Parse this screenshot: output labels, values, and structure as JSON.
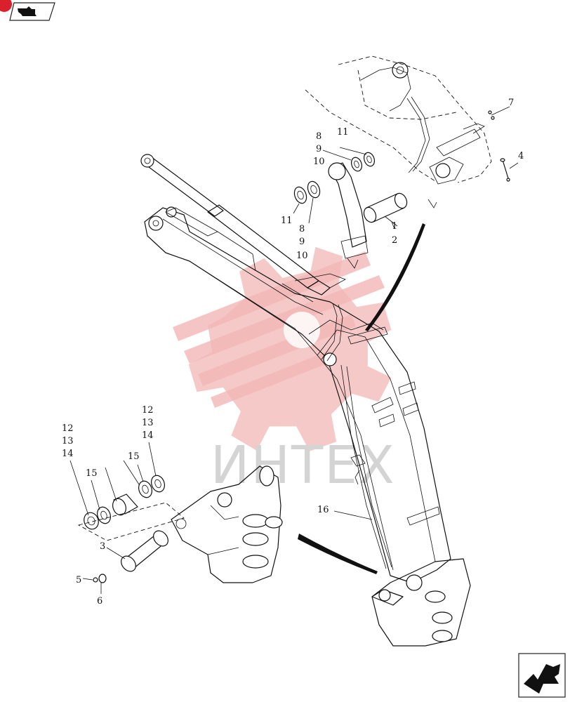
{
  "watermark": {
    "text": "ИНТЕХ"
  },
  "callouts": [
    {
      "id": "1",
      "text": "1"
    },
    {
      "id": "2",
      "text": "2"
    },
    {
      "id": "3",
      "text": "3"
    },
    {
      "id": "4",
      "text": "4"
    },
    {
      "id": "5",
      "text": "5"
    },
    {
      "id": "6",
      "text": "6"
    },
    {
      "id": "7",
      "text": "7"
    },
    {
      "id": "8a",
      "text": "8"
    },
    {
      "id": "9a",
      "text": "9"
    },
    {
      "id": "10a",
      "text": "10"
    },
    {
      "id": "11a",
      "text": "11"
    },
    {
      "id": "11b",
      "text": "11"
    },
    {
      "id": "8b",
      "text": "8"
    },
    {
      "id": "9b",
      "text": "9"
    },
    {
      "id": "10b",
      "text": "10"
    },
    {
      "id": "12a",
      "text": "12"
    },
    {
      "id": "13a",
      "text": "13"
    },
    {
      "id": "14a",
      "text": "14"
    },
    {
      "id": "12b",
      "text": "12"
    },
    {
      "id": "13b",
      "text": "13"
    },
    {
      "id": "14b",
      "text": "14"
    },
    {
      "id": "15a",
      "text": "15"
    },
    {
      "id": "15b",
      "text": "15"
    },
    {
      "id": "16",
      "text": "16"
    }
  ],
  "colors": {
    "badge": "#d9202c",
    "watermark": "#f3b7b7",
    "ink": "#111111"
  },
  "icons": {
    "top_nav": "next-page-hand-icon",
    "bottom_nav": "return-arrow-icon"
  }
}
